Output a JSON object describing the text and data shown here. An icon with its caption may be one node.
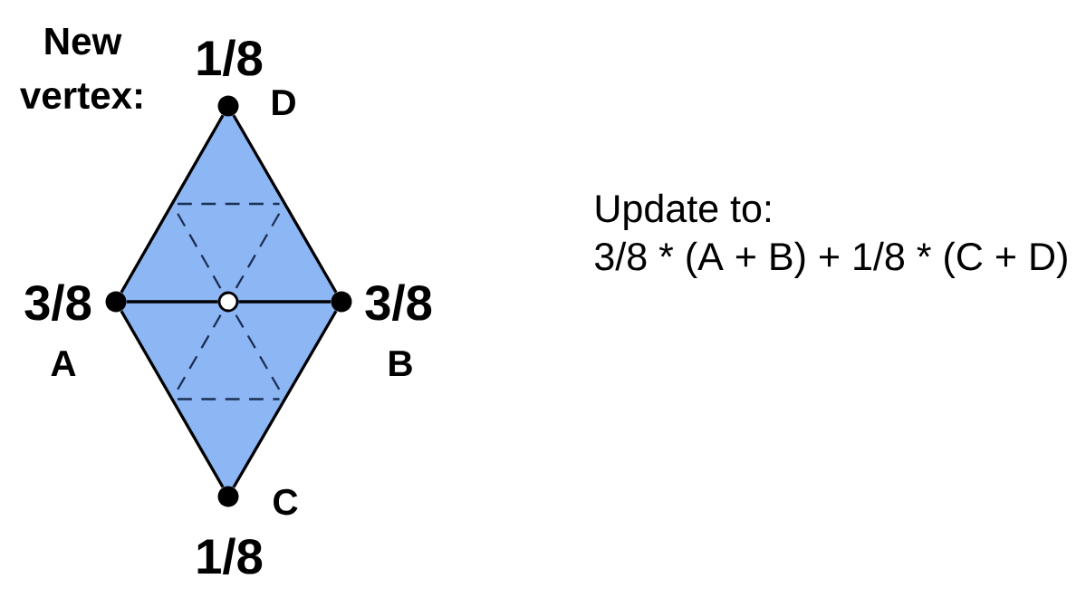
{
  "diagram": {
    "nodes": [
      {
        "text": [],
        "shape": "circle",
        "beside": [
          "1/8",
          "D"
        ]
      },
      {
        "text": [],
        "shape": "circle",
        "beside": [
          "3/8",
          "A"
        ]
      },
      {
        "text": [],
        "shape": "circle"
      },
      {
        "text": [],
        "shape": "circle",
        "beside": [
          "3/8",
          "B"
        ]
      },
      {
        "text": [],
        "shape": "circle",
        "beside": [
          "C",
          "1/8"
        ]
      }
    ],
    "edges": [
      {
        "from": 0,
        "to": 1,
        "arrow": "none"
      },
      {
        "from": 0,
        "to": 3,
        "arrow": "none"
      },
      {
        "from": 1,
        "to": 2,
        "arrow": "none"
      },
      {
        "from": 2,
        "to": 3,
        "arrow": "none"
      },
      {
        "from": 1,
        "to": 4,
        "arrow": "none"
      },
      {
        "from": 3,
        "to": 4,
        "arrow": "none"
      }
    ],
    "labels": [
      "New vertex:",
      "Update to:",
      "3/8 * (A + B) + 1/8 * (C + D)"
    ]
  }
}
